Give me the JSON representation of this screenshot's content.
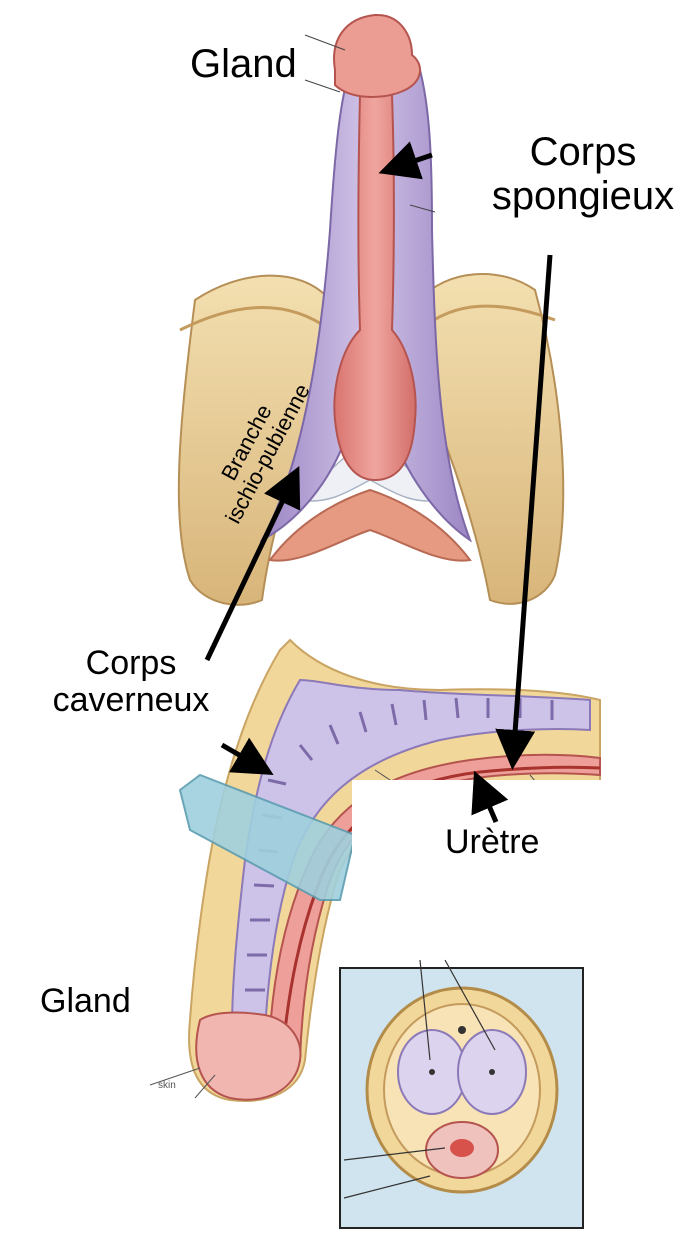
{
  "labels": {
    "gland_top": "Gland",
    "corps_spongieux_line1": "Corps",
    "corps_spongieux_line2": "spongieux",
    "branche_line1": "Branche",
    "branche_line2": "ischio-pubienne",
    "corps_caverneux_line1": "Corps",
    "corps_caverneux_line2": "caverneux",
    "uretre": "Urètre",
    "gland_bottom": "Gland",
    "skin": "skin"
  },
  "colors": {
    "bone": "#e9cf98",
    "bone_shadow": "#c9a463",
    "corpus_spongiosum": "#e38b86",
    "corpus_cavernosum": "#b6a4d4",
    "inset_bg": "#cfe4ee",
    "skin_layer": "#f2d79a"
  }
}
